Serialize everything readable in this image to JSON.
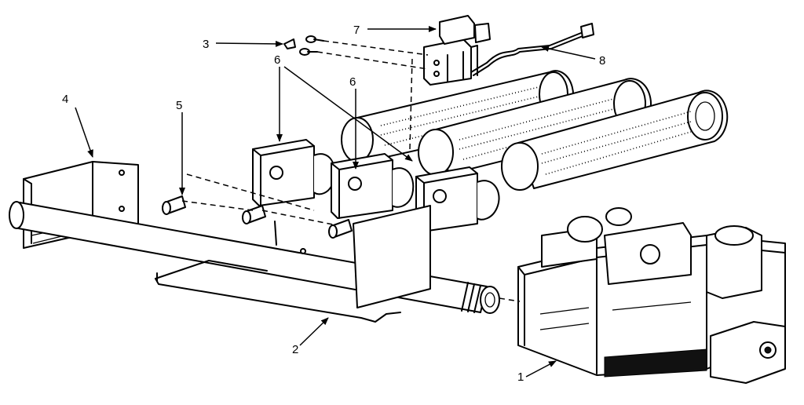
{
  "diagram": {
    "callouts": [
      {
        "id": "1",
        "text": "1"
      },
      {
        "id": "2",
        "text": "2"
      },
      {
        "id": "3",
        "text": "3"
      },
      {
        "id": "4",
        "text": "4"
      },
      {
        "id": "5",
        "text": "5"
      },
      {
        "id": "6a",
        "text": "6"
      },
      {
        "id": "6b",
        "text": "6"
      },
      {
        "id": "7",
        "text": "7"
      },
      {
        "id": "8",
        "text": "8"
      }
    ]
  }
}
